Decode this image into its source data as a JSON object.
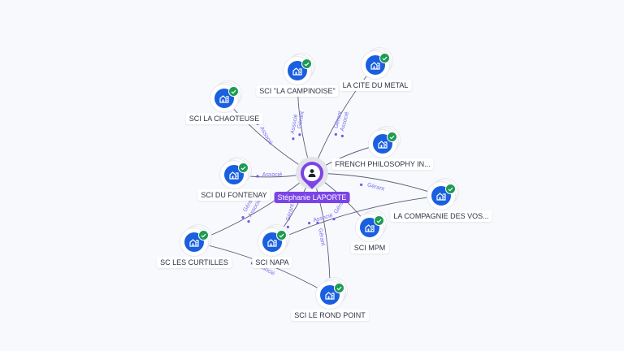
{
  "center": {
    "name": "Stéphanie LAPORTE",
    "icon": "person-icon",
    "color": "#7a44e6"
  },
  "colors": {
    "company": "#1a5fe0",
    "check": "#1e9a55",
    "edge_label": "#7a6cf0",
    "edge": "#5c5f7a"
  },
  "nodes": [
    {
      "id": "campinoise",
      "label": "SCI \"LA CAMPINOISE\"",
      "icon": "building-icon",
      "verified": true
    },
    {
      "id": "cite_metal",
      "label": "LA CITE DU METAL",
      "icon": "building-icon",
      "verified": true
    },
    {
      "id": "chaoteuse",
      "label": "SCI LA CHAOTEUSE",
      "icon": "building-icon",
      "verified": true
    },
    {
      "id": "french_philo",
      "label": "FRENCH PHILOSOPHY IN...",
      "icon": "building-icon",
      "verified": true
    },
    {
      "id": "fontenay",
      "label": "SCI DU FONTENAY",
      "icon": "building-icon",
      "verified": true
    },
    {
      "id": "compagnie",
      "label": "LA COMPAGNIE DES VOS...",
      "icon": "building-icon",
      "verified": true
    },
    {
      "id": "curtilles",
      "label": "SC LES CURTILLES",
      "icon": "building-icon",
      "verified": true
    },
    {
      "id": "napa",
      "label": "SCI NAPA",
      "icon": "building-icon",
      "verified": true
    },
    {
      "id": "mpm",
      "label": "SCI MPM",
      "icon": "building-icon",
      "verified": true
    },
    {
      "id": "rond_point",
      "label": "SCI LE ROND POINT",
      "icon": "building-icon",
      "verified": true
    }
  ],
  "edges": [
    {
      "to": "campinoise",
      "labels": [
        "Gérant",
        "Associé"
      ]
    },
    {
      "to": "cite_metal",
      "labels": [
        "Gérant",
        "Associé"
      ]
    },
    {
      "to": "chaoteuse",
      "labels": [
        "Associé"
      ]
    },
    {
      "to": "french_philo",
      "labels": []
    },
    {
      "to": "fontenay",
      "labels": [
        "Associé"
      ]
    },
    {
      "to": "compagnie",
      "labels": [
        "Gérant"
      ]
    },
    {
      "to": "curtilles",
      "labels": [
        "Gérant",
        "Associé"
      ]
    },
    {
      "to": "napa",
      "labels": [
        "Gérant"
      ]
    },
    {
      "to": "mpm",
      "labels": [
        "Gérant"
      ]
    },
    {
      "to": "rond_point",
      "labels": [
        "Gérant"
      ]
    },
    {
      "to": "rond_point",
      "from": "curtilles",
      "labels": [
        "Associé"
      ]
    },
    {
      "to": "compagnie",
      "from": "napa",
      "labels": [
        "Associé"
      ]
    }
  ]
}
